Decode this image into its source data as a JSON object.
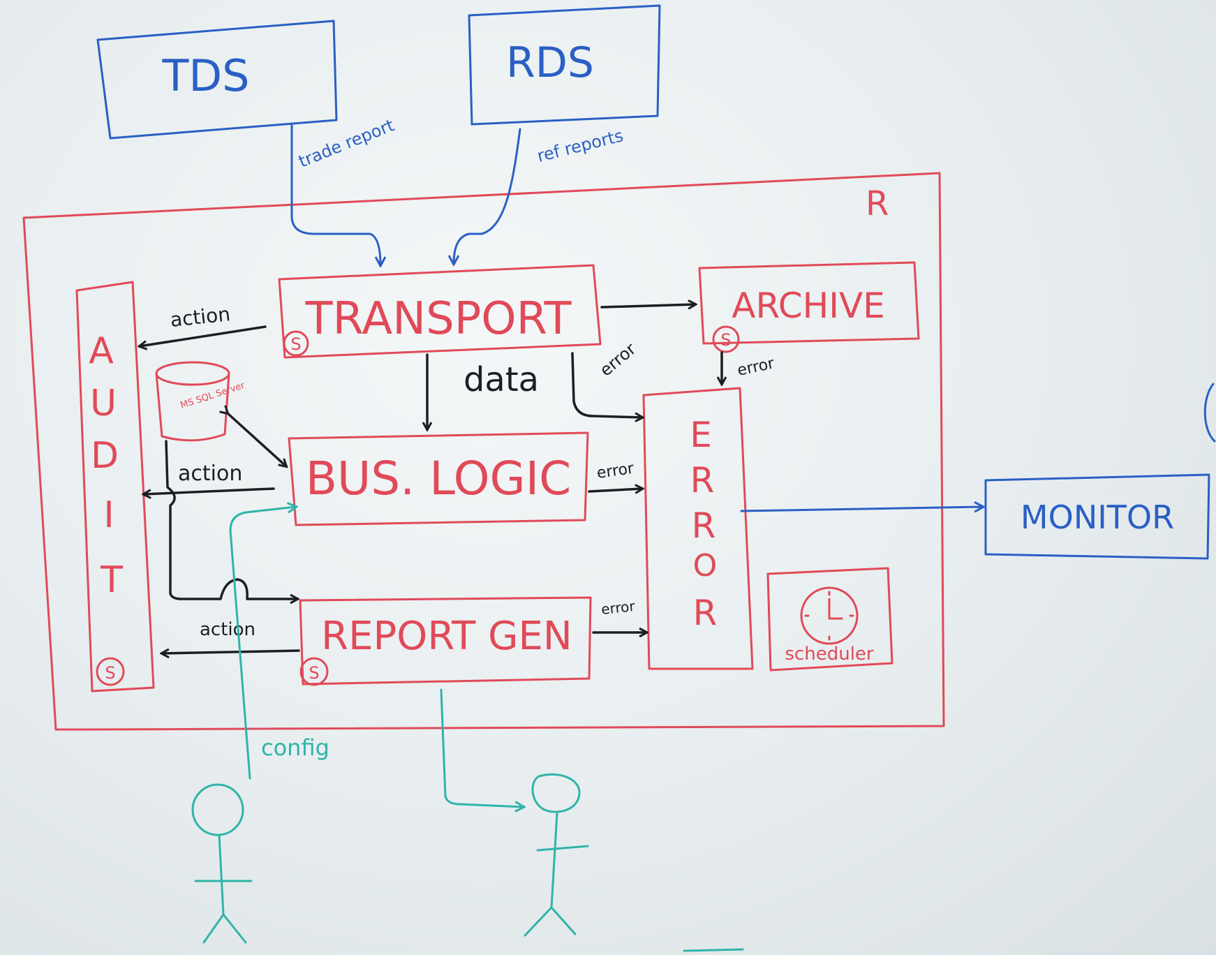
{
  "colors": {
    "board": "#eef2f3",
    "external": "#2a5fc4",
    "internal": "#e04a58",
    "flow": "#1e1e22",
    "user": "#2fb4a8"
  },
  "nodes": {
    "tds": "TDS",
    "rds": "RDS",
    "system_tag": "R",
    "transport": "TRANSPORT",
    "archive": "ARCHIVE",
    "audit": [
      "A",
      "U",
      "D",
      "I",
      "T"
    ],
    "bus_logic": "BUS. LOGIC",
    "report_gen": "REPORT GEN",
    "error": [
      "E",
      "R",
      "R",
      "O",
      "R"
    ],
    "scheduler": "scheduler",
    "monitor": "MONITOR",
    "db_label": "MS SQL Server",
    "s_badge": "S"
  },
  "edges": {
    "trade_report": "trade report",
    "ref_reports": "ref reports",
    "data": "data",
    "error": "error",
    "action": "action",
    "config": "config"
  },
  "icons": {
    "database": "database-cylinder-icon",
    "clock": "clock-icon",
    "user": "stick-figure-icon",
    "service": "s-circle-icon"
  }
}
